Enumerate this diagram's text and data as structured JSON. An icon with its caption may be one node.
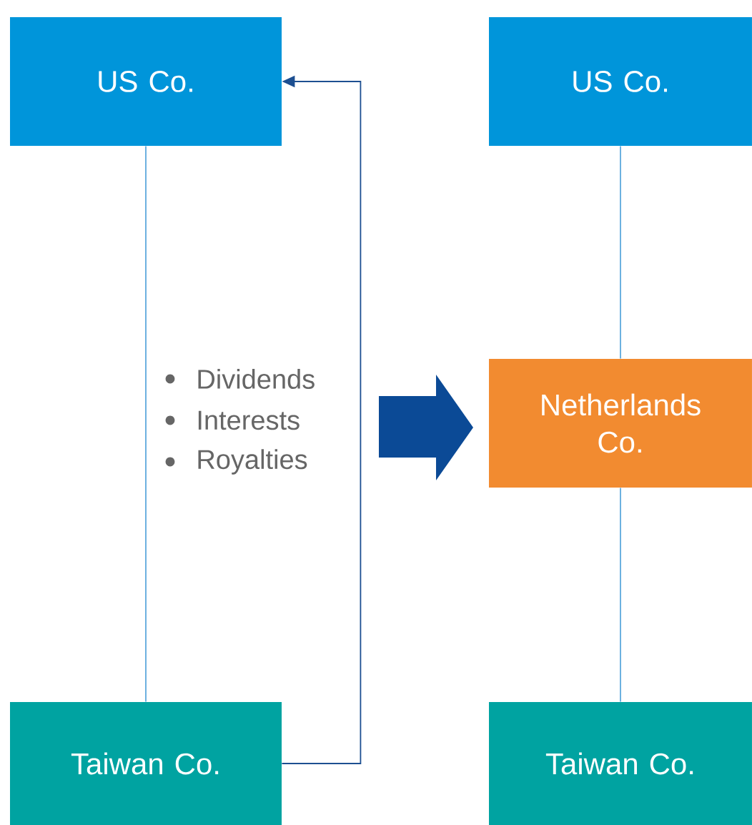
{
  "diagram": {
    "nodes": [
      {
        "text": [
          "US Co."
        ]
      },
      {
        "text": [
          "Taiwan Co."
        ]
      },
      {
        "text": [
          "US Co."
        ]
      },
      {
        "text": [
          "Netherlands Co."
        ]
      },
      {
        "text": [
          "Taiwan Co."
        ]
      }
    ],
    "edges": [
      {
        "from": 0,
        "to": 1,
        "arrow": "none"
      },
      {
        "from": 1,
        "to": 0,
        "arrow": "to",
        "color": "#1d4f91"
      },
      {
        "from": 2,
        "to": 3,
        "arrow": "none"
      },
      {
        "from": 3,
        "to": 4,
        "arrow": "none"
      }
    ],
    "labels": [
      "Dividends",
      "Interests",
      "Royalties"
    ]
  }
}
